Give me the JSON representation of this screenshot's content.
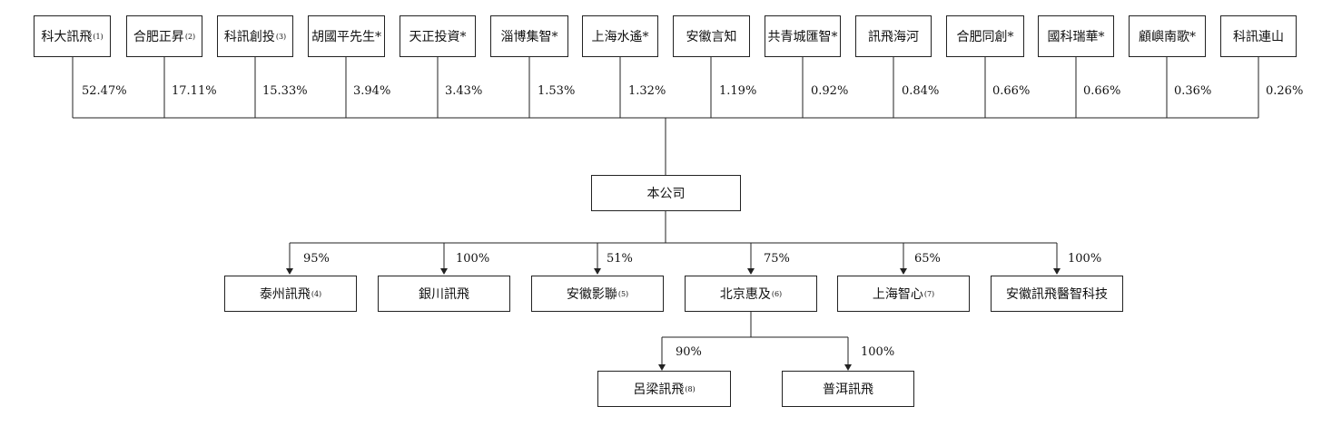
{
  "shareholders": [
    {
      "name": "科大訊飛",
      "note": "(1)",
      "pct": "52.47%"
    },
    {
      "name": "合肥正昇",
      "note": "(2)",
      "pct": "17.11%"
    },
    {
      "name": "科訊創投",
      "note": "(3)",
      "pct": "15.33%"
    },
    {
      "name": "胡國平先生*",
      "note": "",
      "pct": "3.94%"
    },
    {
      "name": "天正投資*",
      "note": "",
      "pct": "3.43%"
    },
    {
      "name": "淄博集智*",
      "note": "",
      "pct": "1.53%"
    },
    {
      "name": "上海水遙*",
      "note": "",
      "pct": "1.32%"
    },
    {
      "name": "安徽言知",
      "note": "",
      "pct": "1.19%"
    },
    {
      "name": "共青城匯智*",
      "note": "",
      "pct": "0.92%"
    },
    {
      "name": "訊飛海河",
      "note": "",
      "pct": "0.84%"
    },
    {
      "name": "合肥同創*",
      "note": "",
      "pct": "0.66%"
    },
    {
      "name": "國科瑞華*",
      "note": "",
      "pct": "0.66%"
    },
    {
      "name": "顧嶼南歌*",
      "note": "",
      "pct": "0.36%"
    },
    {
      "name": "科訊連山",
      "note": "",
      "pct": "0.26%"
    }
  ],
  "company": {
    "name": "本公司"
  },
  "subsidiaries": [
    {
      "name": "泰州訊飛",
      "note": "(4)",
      "pct": "95%"
    },
    {
      "name": "銀川訊飛",
      "note": "",
      "pct": "100%"
    },
    {
      "name": "安徽影聯",
      "note": "(5)",
      "pct": "51%"
    },
    {
      "name": "北京惠及",
      "note": "(6)",
      "pct": "75%"
    },
    {
      "name": "上海智心",
      "note": "(7)",
      "pct": "65%"
    },
    {
      "name": "安徽訊飛醫智科技",
      "note": "",
      "pct": "100%"
    }
  ],
  "sub_subsidiaries": [
    {
      "name": "呂梁訊飛",
      "note": "(8)",
      "pct": "90%"
    },
    {
      "name": "普洱訊飛",
      "note": "",
      "pct": "100%"
    }
  ]
}
